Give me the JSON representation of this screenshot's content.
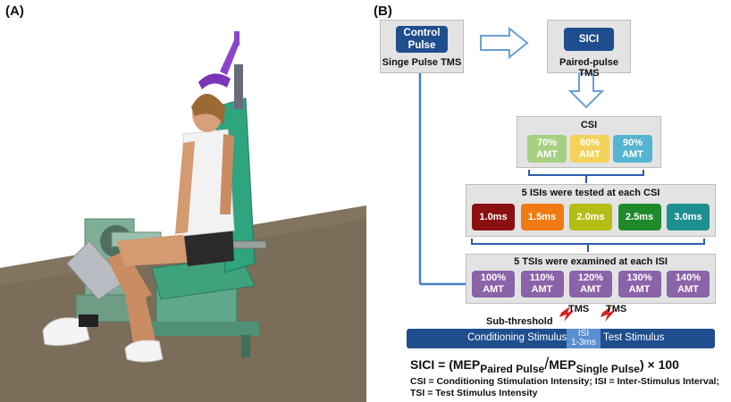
{
  "panel_a_label": "(A)",
  "panel_b_label": "(B)",
  "control": {
    "line1": "Control",
    "line2": "Pulse",
    "caption": "Singe Pulse TMS"
  },
  "sici": {
    "label": "SICI",
    "caption": "Paired-pulse TMS"
  },
  "csi": {
    "title": "CSI",
    "tiles": [
      {
        "l1": "70%",
        "l2": "AMT",
        "color": "#a6cf82"
      },
      {
        "l1": "80%",
        "l2": "AMT",
        "color": "#f3d25b"
      },
      {
        "l1": "90%",
        "l2": "AMT",
        "color": "#55b4cf"
      }
    ]
  },
  "isi": {
    "title": "5 ISIs were tested at each CSI",
    "tiles": [
      {
        "label": "1.0ms",
        "color": "#8b1010"
      },
      {
        "label": "1.5ms",
        "color": "#f07b12"
      },
      {
        "label": "2.0ms",
        "color": "#b4bd15"
      },
      {
        "label": "2.5ms",
        "color": "#1f8a2c"
      },
      {
        "label": "3.0ms",
        "color": "#1d8f8f"
      }
    ]
  },
  "tsi": {
    "title": "5 TSIs were examined at each ISI",
    "tiles": [
      {
        "l1": "100%",
        "l2": "AMT"
      },
      {
        "l1": "110%",
        "l2": "AMT"
      },
      {
        "l1": "120%",
        "l2": "AMT"
      },
      {
        "l1": "130%",
        "l2": "AMT"
      },
      {
        "l1": "140%",
        "l2": "AMT"
      }
    ],
    "color": "#8a63a8"
  },
  "timeline": {
    "tms1": "TMS",
    "tms2": "TMS",
    "subthreshold": "Sub-threshold",
    "conditioning": "Conditioning Stimulus",
    "isi_l1": "ISI",
    "isi_l2": "1-3ms",
    "test": "Test Stimulus"
  },
  "formula": {
    "prefix": "SICI = ",
    "open": "(MEP",
    "num_sub": "Paired Pulse",
    "slash": "/",
    "mep2": "MEP",
    "den_sub": "Single Pulse",
    "close": ") × 100"
  },
  "footnote": {
    "line1": "CSI = Conditioning Stimulation Intensity; ISI = Inter-Stimulus Interval;",
    "line2": "TSI = Test Stimulus Intensity"
  }
}
